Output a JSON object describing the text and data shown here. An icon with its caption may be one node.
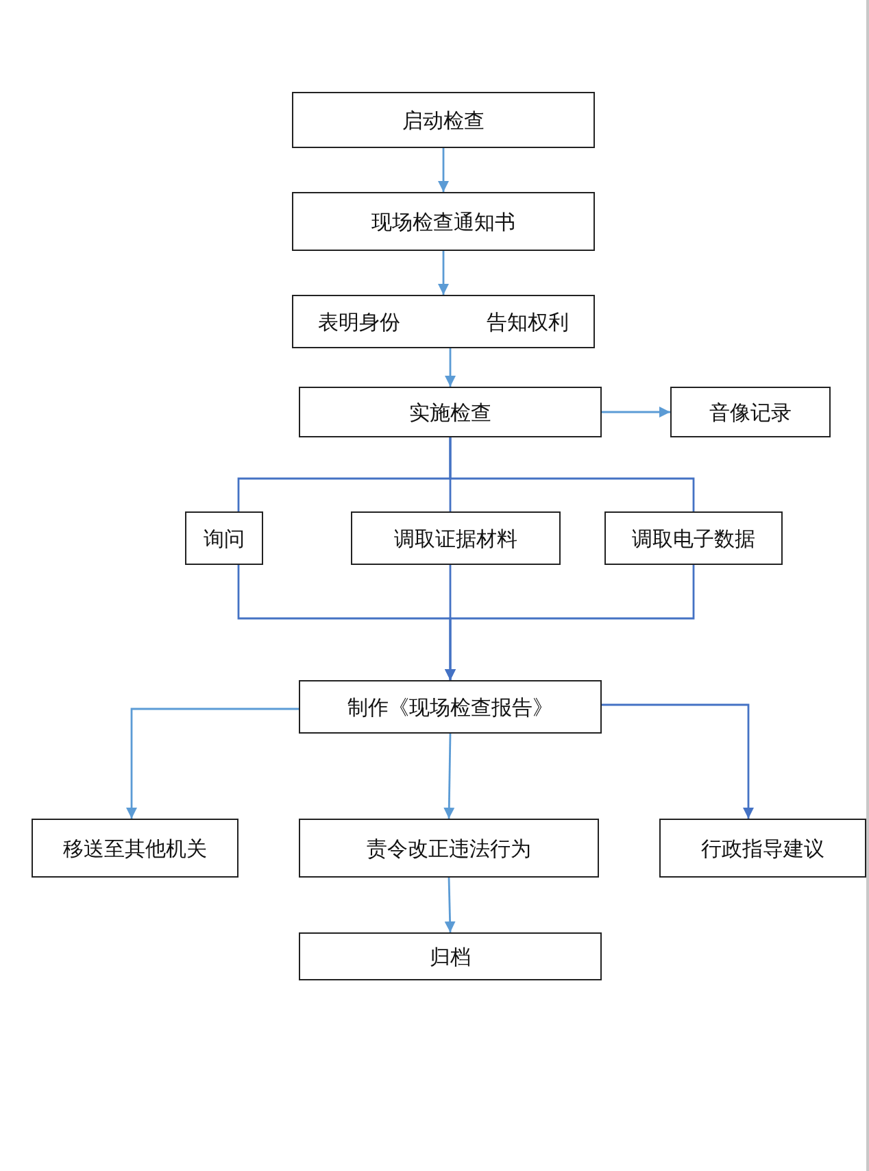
{
  "diagram": {
    "nodes": [
      {
        "text": [
          "启动检查"
        ]
      },
      {
        "text": [
          "现场检查通知书"
        ]
      },
      {
        "text": [
          "表明身份",
          "告知权利"
        ]
      },
      {
        "text": [
          "实施检查"
        ]
      },
      {
        "text": [
          "音像记录"
        ]
      },
      {
        "text": [
          "询问"
        ]
      },
      {
        "text": [
          "调取证据材料"
        ]
      },
      {
        "text": [
          "调取电子数据"
        ]
      },
      {
        "text": [
          "制作《现场检查报告》"
        ]
      },
      {
        "text": [
          "移送至其他机关"
        ]
      },
      {
        "text": [
          "责令改正违法行为"
        ]
      },
      {
        "text": [
          "行政指导建议"
        ]
      },
      {
        "text": [
          "归档"
        ]
      }
    ],
    "edges": [
      {
        "from": 0,
        "to": 1,
        "arrow": "to"
      },
      {
        "from": 1,
        "to": 2,
        "arrow": "to"
      },
      {
        "from": 2,
        "to": 3,
        "arrow": "to"
      },
      {
        "from": 3,
        "to": 4,
        "arrow": "to"
      },
      {
        "from": 3,
        "to": 5,
        "arrow": "none",
        "color": "#4472c4"
      },
      {
        "from": 3,
        "to": 6,
        "arrow": "none",
        "color": "#4472c4"
      },
      {
        "from": 3,
        "to": 7,
        "arrow": "none",
        "color": "#4472c4"
      },
      {
        "from": 5,
        "to": 8,
        "arrow": "to",
        "color": "#4472c4"
      },
      {
        "from": 6,
        "to": 8,
        "arrow": "to",
        "color": "#4472c4"
      },
      {
        "from": 7,
        "to": 8,
        "arrow": "to",
        "color": "#4472c4"
      },
      {
        "from": 8,
        "to": 9,
        "arrow": "to"
      },
      {
        "from": 8,
        "to": 10,
        "arrow": "to"
      },
      {
        "from": 8,
        "to": 11,
        "arrow": "to",
        "color": "#4472c4"
      },
      {
        "from": 10,
        "to": 12,
        "arrow": "to"
      }
    ]
  }
}
